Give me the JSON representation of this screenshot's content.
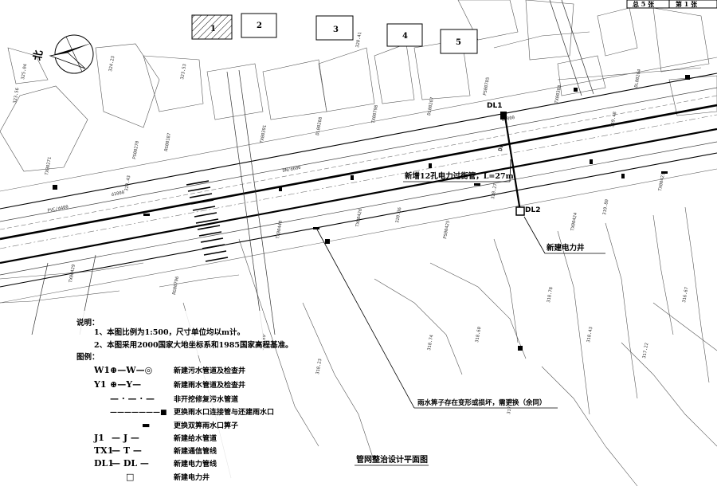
{
  "sheet": {
    "total_label": "总 5 张",
    "sheet_label": "第 1 张"
  },
  "compass": {
    "north_label": "北"
  },
  "blocks": [
    {
      "num": "1"
    },
    {
      "num": "2"
    },
    {
      "num": "3"
    },
    {
      "num": "4"
    },
    {
      "num": "5"
    }
  ],
  "annotations": {
    "dl1": "DL1",
    "dl2": "DL2",
    "conduit": "新增12孔电力过街管，L=27m",
    "well": "新建电力井",
    "inlet": "雨水箅子存在变形或损坏，需更换（余同）"
  },
  "road_labels": {
    "pipe1": "PVC/d400",
    "pipe2": "d1000",
    "pipe3": "d1000",
    "pipe4": "DN/d600"
  },
  "notes": {
    "heading": "说明：",
    "line1": "1、本图比例为1:500，尺寸单位均以m计。",
    "line2": "2、本图采用2000国家大地坐标系和1985国家高程基准。",
    "legend_heading": "图例："
  },
  "legend": [
    {
      "code": "W1",
      "sym": "⊕—W—◎",
      "text": "新建污水管道及检查井"
    },
    {
      "code": "Y1",
      "sym": "⊕—Y—",
      "text": "新建雨水管道及检查井"
    },
    {
      "code": "",
      "sym": "— · — · —",
      "text": "非开挖修复污水管道"
    },
    {
      "code": "",
      "sym": "———————■",
      "text": "更换雨水口连接管与还建雨水口"
    },
    {
      "code": "",
      "sym": "▬",
      "text": "更换双箅雨水口箅子"
    },
    {
      "code": "J1",
      "sym": "— J —",
      "text": "新建给水管道"
    },
    {
      "code": "TX1",
      "sym": "— T —",
      "text": "新建通信管线"
    },
    {
      "code": "DL1",
      "sym": "— DL —",
      "text": "新建电力管线"
    },
    {
      "code": "",
      "sym": "□",
      "text": "新建电力井"
    }
  ],
  "drawing_title": "管网整治设计平面图"
}
